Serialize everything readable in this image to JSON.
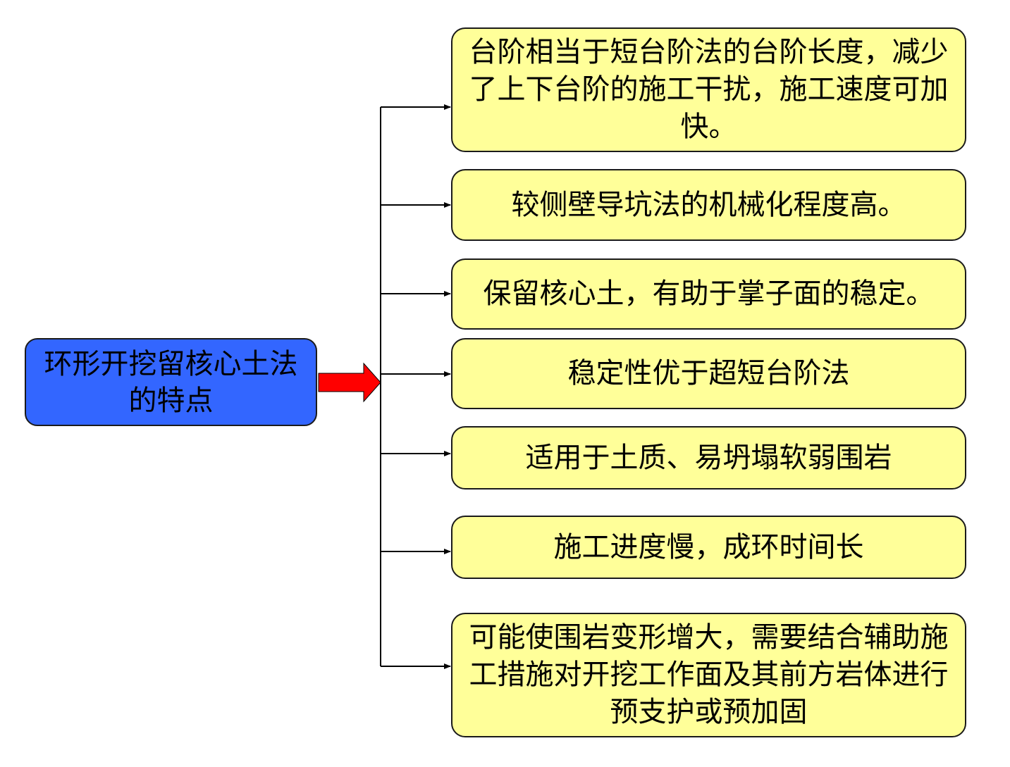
{
  "colors": {
    "main_fill": "#3366ff",
    "item_fill": "#ffff99",
    "arrow_fill": "#ff0000",
    "line": "#000000"
  },
  "main_node": {
    "label": "环形开挖留核心土法的特点"
  },
  "items": [
    {
      "label": "台阶相当于短台阶法的台阶长度，减少了上下台阶的施工干扰，施工速度可加快。"
    },
    {
      "label": "较侧壁导坑法的机械化程度高。"
    },
    {
      "label": "保留核心土，有助于掌子面的稳定。"
    },
    {
      "label": "稳定性优于超短台阶法"
    },
    {
      "label": "适用于土质、易坍塌软弱围岩"
    },
    {
      "label": "施工进度慢，成环时间长"
    },
    {
      "label": "可能使围岩变形增大，需要结合辅助施工措施对开挖工作面及其前方岩体进行预支护或预加固"
    }
  ]
}
